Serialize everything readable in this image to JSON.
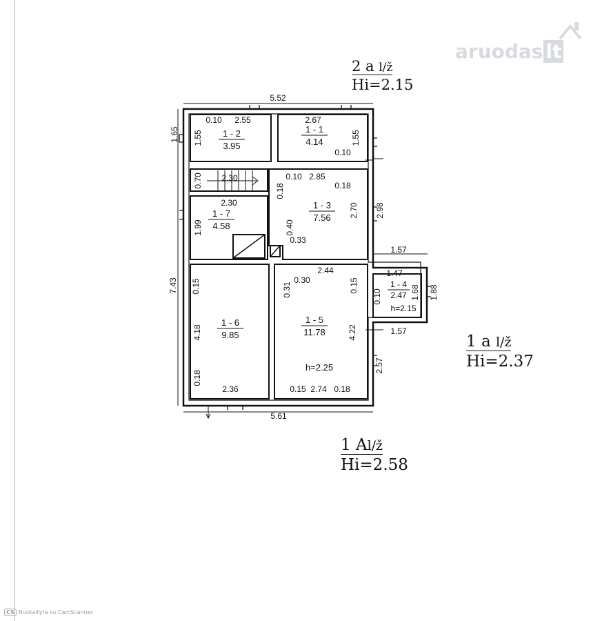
{
  "watermark": {
    "brand": "aruodas",
    "tld": "lt"
  },
  "scanner_note": {
    "badge": "CS",
    "text": "Nuskaityta su CamScanner"
  },
  "levels": {
    "upper": {
      "line1": "2 a",
      "mark": "l/ž",
      "line2": "Hi=2.15"
    },
    "side": {
      "line1": "1 a",
      "mark": "l/ž",
      "line2": "Hi=2.37"
    },
    "main": {
      "line1": "1 A",
      "mark": "l/ž",
      "line2": "Hi=2.58"
    }
  },
  "rooms": [
    {
      "id": "1 - 1",
      "area": "4.14"
    },
    {
      "id": "1 - 2",
      "area": "3.95"
    },
    {
      "id": "1 - 3",
      "area": "7.56"
    },
    {
      "id": "1 - 4",
      "area": "2.47"
    },
    {
      "id": "1 - 5",
      "area": "11.78"
    },
    {
      "id": "1 - 6",
      "area": "9.85"
    },
    {
      "id": "1 - 7",
      "area": "4.58"
    }
  ],
  "heights": {
    "room_1_5": "h=2.25",
    "room_1_4": "h=2.15"
  },
  "dimensions": {
    "top_total": "5.52",
    "bottom_total": "5.61",
    "left_total": "7.43",
    "left_top": "1.65",
    "r12_height": "1.55",
    "r12_wall": "0.10",
    "r12_width": "2.55",
    "r11_width": "2.67",
    "r11_height": "1.55",
    "r11_wall": "0.10",
    "stair_height": "0.70",
    "stair_width": "2.30",
    "r13_wall_a": "0.10",
    "r13_wall_left": "0.18",
    "r13_width": "2.85",
    "r13_wall_right": "0.18",
    "r13_height": "2.70",
    "right_mid": "2.98",
    "r17_width": "2.30",
    "r17_height": "1.99",
    "r13_a": "0.40",
    "r13_b": "0.33",
    "ext_top": "1.57",
    "r14_width": "1.47",
    "r14_height": "1.68",
    "ext_height": "1.88",
    "r14_wall": "0.10",
    "ext_bottom": "1.57",
    "r15_width_top": "2.44",
    "r15_wall_a": "0.30",
    "r15_wall_b": "0.31",
    "r15_wall_c": "0.15",
    "r15_height": "4.22",
    "right_lower": "2.57",
    "r16_wall_top": "0.15",
    "r16_height": "4.18",
    "r16_wall_bottom": "0.18",
    "r16_width": "2.36",
    "r15_wall_bl": "0.15",
    "r15_width": "2.74",
    "r15_wall_br": "0.18"
  }
}
